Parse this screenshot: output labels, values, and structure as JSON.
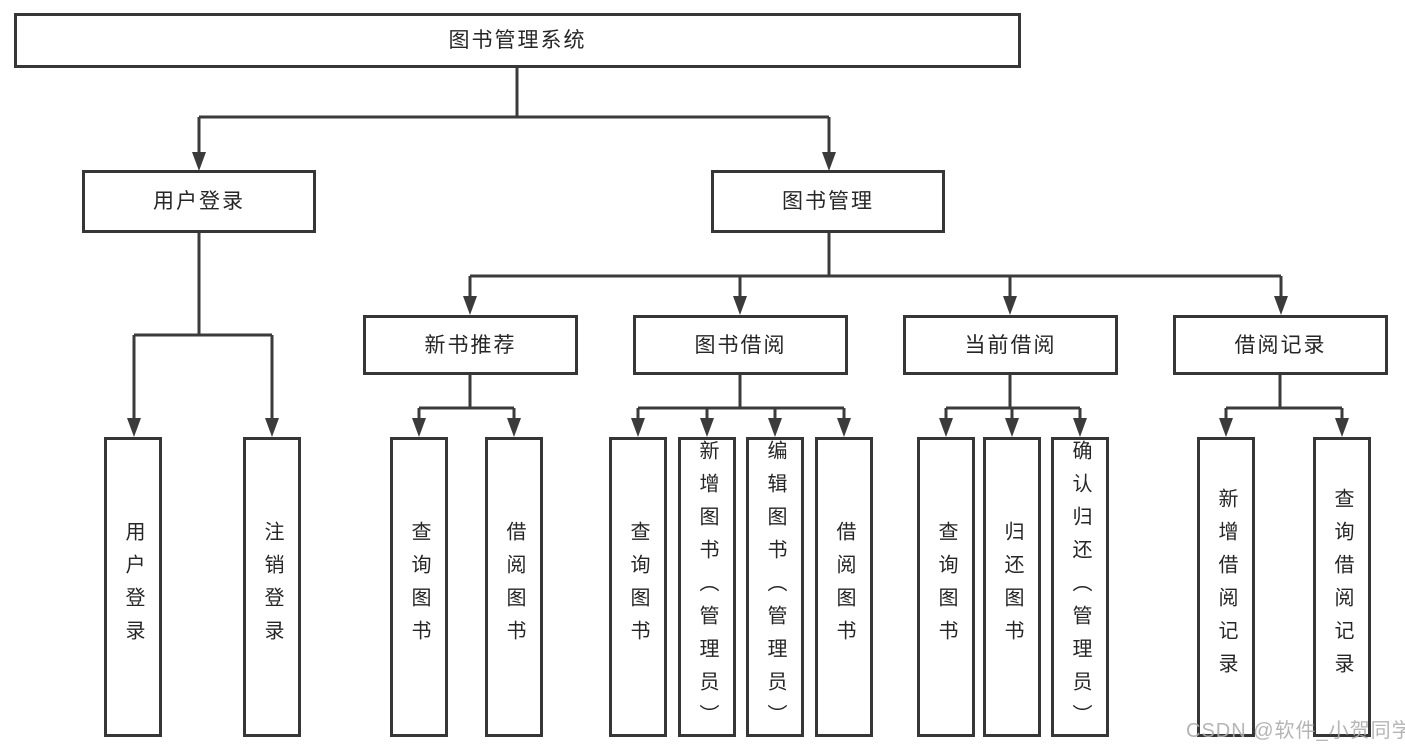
{
  "colors": {
    "line": "#3b3b3b",
    "box_border": "#363636",
    "text": "#262626",
    "background": "#ffffff",
    "watermark": "#adadad"
  },
  "diagram": {
    "root": {
      "label": "图书管理系统"
    },
    "branches": [
      {
        "label": "用户登录",
        "children": [
          {
            "label": "用户登录"
          },
          {
            "label": "注销登录"
          }
        ]
      },
      {
        "label": "图书管理",
        "children": [
          {
            "label": "新书推荐",
            "children": [
              {
                "label": "查询图书"
              },
              {
                "label": "借阅图书"
              }
            ]
          },
          {
            "label": "图书借阅",
            "children": [
              {
                "label": "查询图书"
              },
              {
                "label": "新增图书（管理员）"
              },
              {
                "label": "编辑图书（管理员）"
              },
              {
                "label": "借阅图书"
              }
            ]
          },
          {
            "label": "当前借阅",
            "children": [
              {
                "label": "查询图书"
              },
              {
                "label": "归还图书"
              },
              {
                "label": "确认归还（管理员）"
              }
            ]
          },
          {
            "label": "借阅记录",
            "children": [
              {
                "label": "新增借阅记录"
              },
              {
                "label": "查询借阅记录"
              }
            ]
          }
        ]
      }
    ]
  },
  "watermark": {
    "text": "CSDN @软件_小贺同学"
  }
}
